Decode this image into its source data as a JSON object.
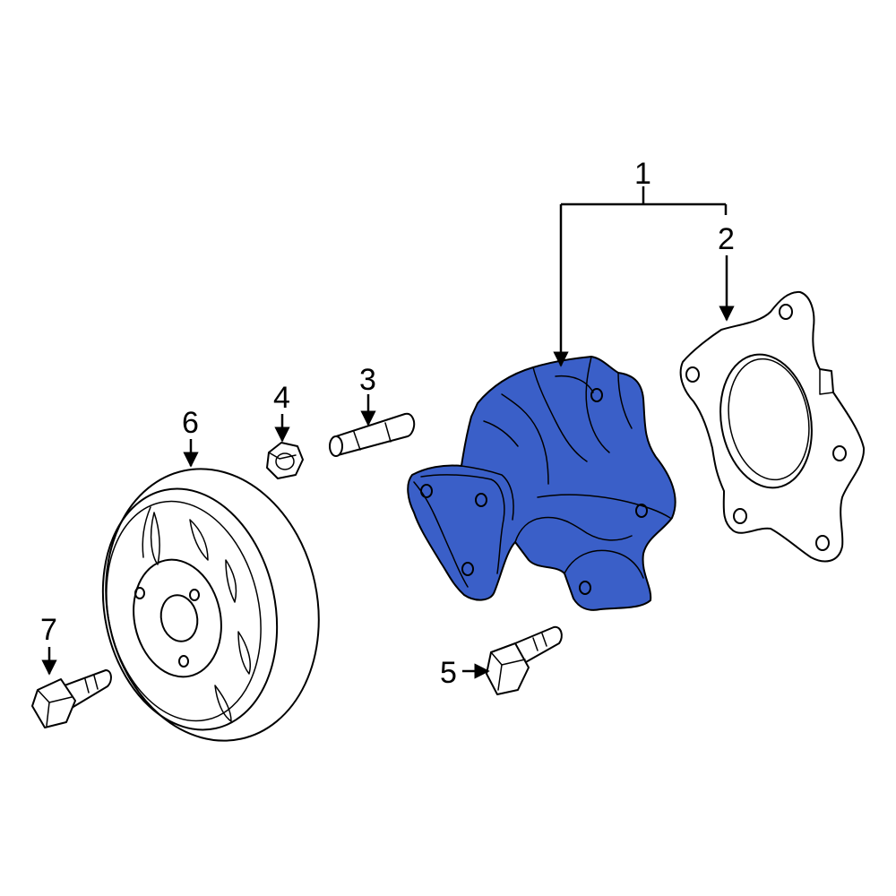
{
  "colors": {
    "highlight": "#3a5fc8",
    "line": "#000000",
    "background": "#ffffff"
  },
  "callouts": {
    "c1": "1",
    "c2": "2",
    "c3": "3",
    "c4": "4",
    "c5": "5",
    "c6": "6",
    "c7": "7"
  }
}
